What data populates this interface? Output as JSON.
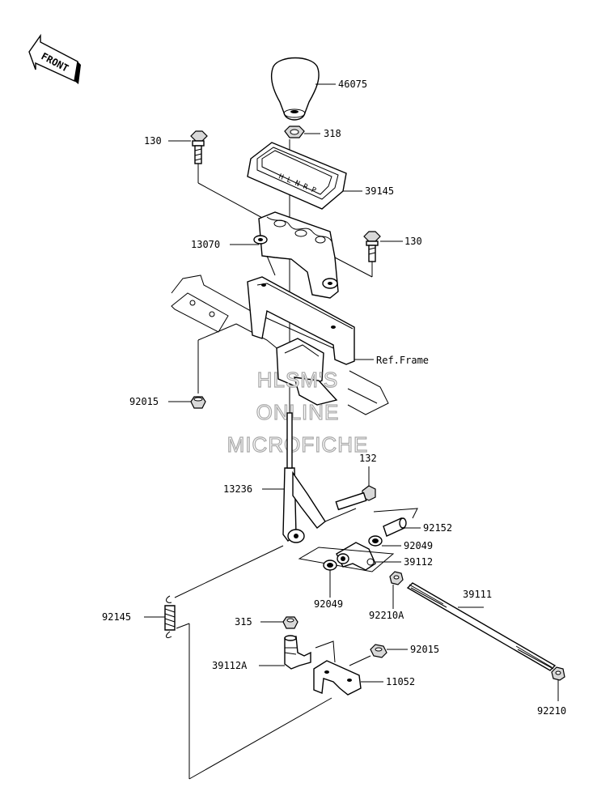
{
  "front_marker": "FRONT",
  "watermark": [
    "HLSM'S",
    "ONLINE",
    "MICROFICHE"
  ],
  "part_labels": {
    "p46075": "46075",
    "p318": "318",
    "p130_left": "130",
    "p39145": "39145",
    "p13070": "13070",
    "p130_right": "130",
    "p_ref_frame": "Ref.Frame",
    "p92015_top": "92015",
    "p132": "132",
    "p13236": "13236",
    "p92152": "92152",
    "p92049_right": "92049",
    "p39112": "39112",
    "p92049_left": "92049",
    "p92210a": "92210A",
    "p39111": "39111",
    "p92145": "92145",
    "p315": "315",
    "p92015_bottom": "92015",
    "p39112a": "39112A",
    "p11052": "11052",
    "p92210": "92210"
  },
  "colors": {
    "line": "#000000",
    "watermark": "#a8a8a8"
  }
}
